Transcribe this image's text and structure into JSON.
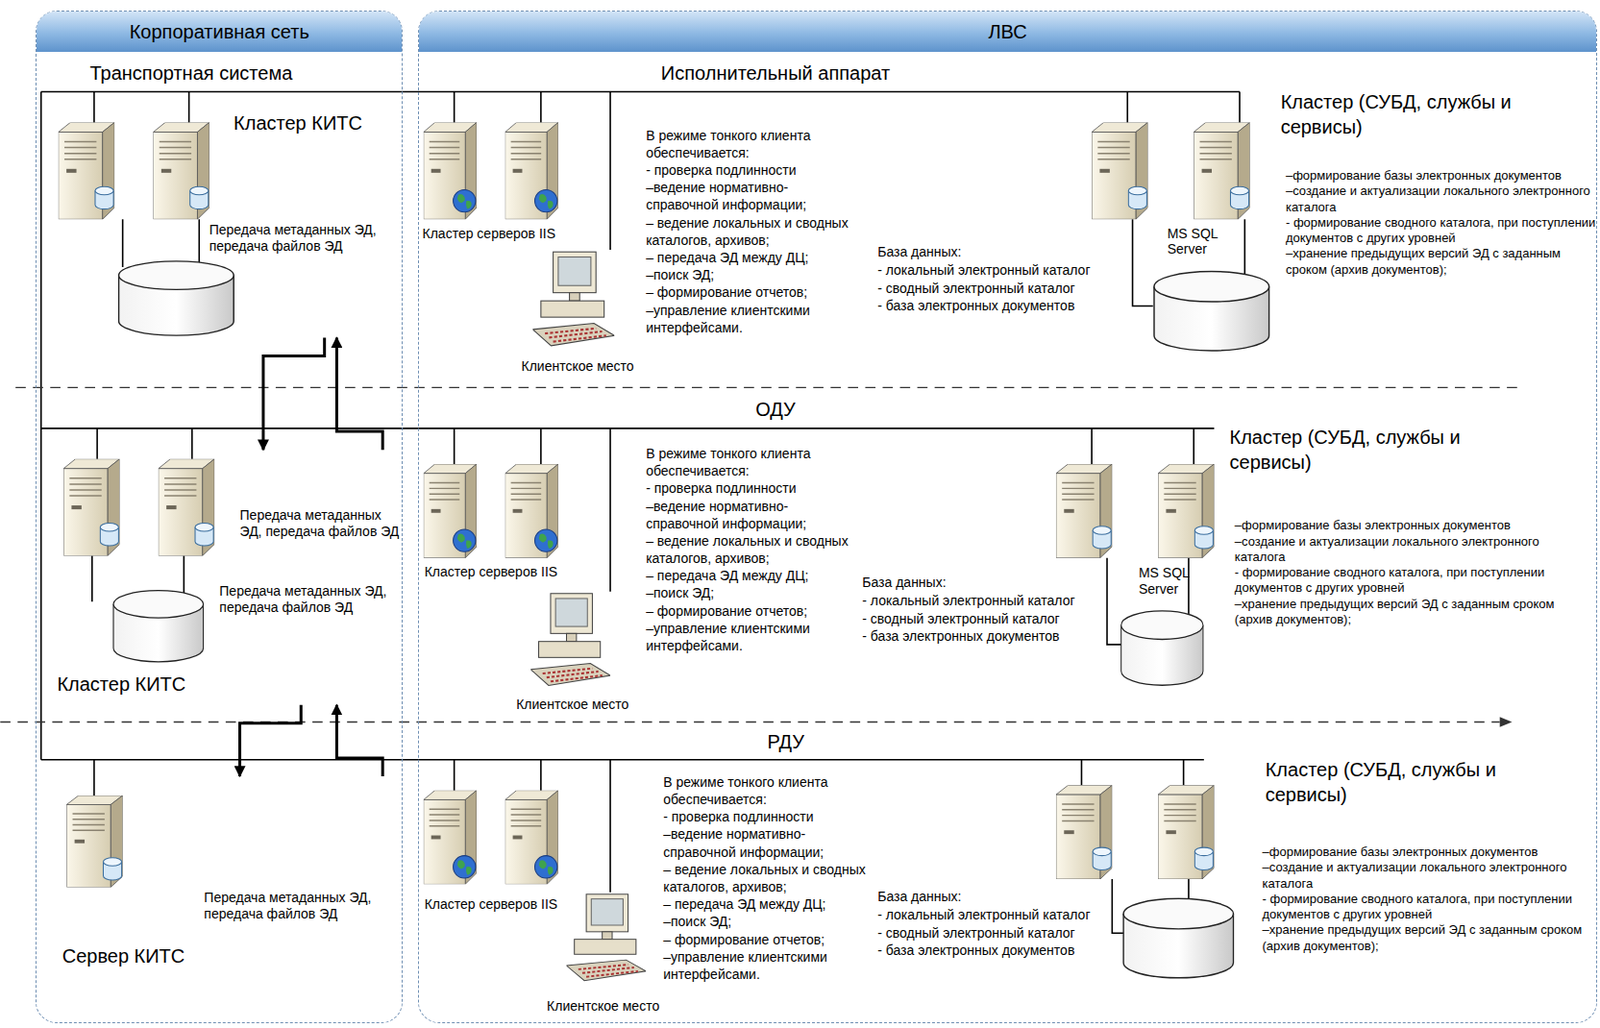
{
  "diagram": {
    "nodes": [
      {
        "text": [
          "Корпоративная сеть"
        ]
      },
      {
        "text": [
          "ЛВС"
        ]
      },
      {
        "text": [
          "Исполнительный аппарат"
        ]
      },
      {
        "text": [
          "Кластер КИТС"
        ],
        "in": 0
      },
      {
        "text": [
          "Кластер серверов IIS"
        ],
        "in": 1
      },
      {
        "text": [
          "Клиентское место"
        ],
        "in": 1
      },
      {
        "text": [
          "MS SQL Server"
        ],
        "in": 1
      },
      {
        "text": [
          "ОДУ"
        ]
      },
      {
        "text": [
          "Кластер КИТС"
        ],
        "in": 0
      },
      {
        "text": [
          "Кластер серверов IIS"
        ],
        "in": 1
      },
      {
        "text": [
          "Клиентское место"
        ],
        "in": 1
      },
      {
        "text": [
          "MS SQL Server"
        ],
        "in": 1
      },
      {
        "text": [
          "РДУ"
        ]
      },
      {
        "text": [
          "Сервер КИТС"
        ],
        "in": 0
      },
      {
        "text": [
          "Кластер серверов IIS"
        ],
        "in": 1
      },
      {
        "text": [
          "Клиентское место"
        ],
        "in": 1
      }
    ],
    "edges": [
      {
        "from": 3,
        "to": 8,
        "arrow": "to",
        "label": "Передача метаданных ЭД, передача файлов ЭД"
      },
      {
        "from": 8,
        "to": 3,
        "arrow": "to",
        "label": "Передача метаданных ЭД, передача файлов ЭД"
      },
      {
        "from": 8,
        "to": 13,
        "arrow": "to",
        "label": "Передача метаданных ЭД, передача файлов ЭД"
      },
      {
        "from": 13,
        "to": 8,
        "arrow": "to",
        "label": "Передача метаданных ЭД, передача файлов ЭД"
      }
    ],
    "labels": [
      "Транспортная система",
      "В режиме тонкого клиента обеспечивается:",
      "- проверка подлинности",
      "–ведение нормативно-справочной информации;",
      "– ведение локальных и сводных каталогов, архивов;",
      "– передача ЭД между ДЦ;",
      "–поиск ЭД;",
      "– формирование отчетов;",
      "–управление клиентскими интерфейсами.",
      "База данных:",
      "- локальный электронный каталог",
      "- сводный электронный каталог",
      "- база электронных документов",
      "Кластер (СУБД, службы и сервисы)",
      "–формирование базы электронных документов",
      "–создание и актуализации локального электронного каталога",
      "- формирование сводного каталога, при поступлении документов с других уровней",
      "–хранение предыдущих версий ЭД с заданным сроком (архив документов);",
      "В режиме тонкого клиента обеспечивается:",
      "- проверка подлинности",
      "–ведение нормативно-справочной информации;",
      "– ведение локальных и сводных каталогов, архивов;",
      "– передача ЭД между ДЦ;",
      "–поиск ЭД;",
      "– формирование отчетов;",
      "–управление клиентскими интерфейсами.",
      "База данных:",
      "- локальный электронный каталог",
      "- сводный электронный каталог",
      "- база электронных документов",
      "Кластер (СУБД, службы и сервисы)",
      "–формирование базы электронных документов",
      "–создание и актуализации локального электронного каталога",
      "- формирование сводного каталога, при поступлении документов с других уровней",
      "–хранение предыдущих версий ЭД с заданным сроком (архив документов);",
      "В режиме тонкого клиента обеспечивается:",
      "- проверка подлинности",
      "–ведение нормативно-справочной информации;",
      "– ведение локальных и сводных каталогов, архивов;",
      "– передача ЭД между ДЦ;",
      "–поиск ЭД;",
      "– формирование отчетов;",
      "–управление клиентскими интерфейсами.",
      "База данных:",
      "- локальный электронный каталог",
      "- сводный электронный каталог",
      "- база электронных документов",
      "Кластер (СУБД, службы и сервисы)",
      "–формирование базы электронных документов",
      "–создание и актуализации локального электронного каталога",
      "- формирование сводного каталога, при поступлении документов с других уровней",
      "–хранение предыдущих версий ЭД с заданным сроком (архив документов);"
    ]
  }
}
